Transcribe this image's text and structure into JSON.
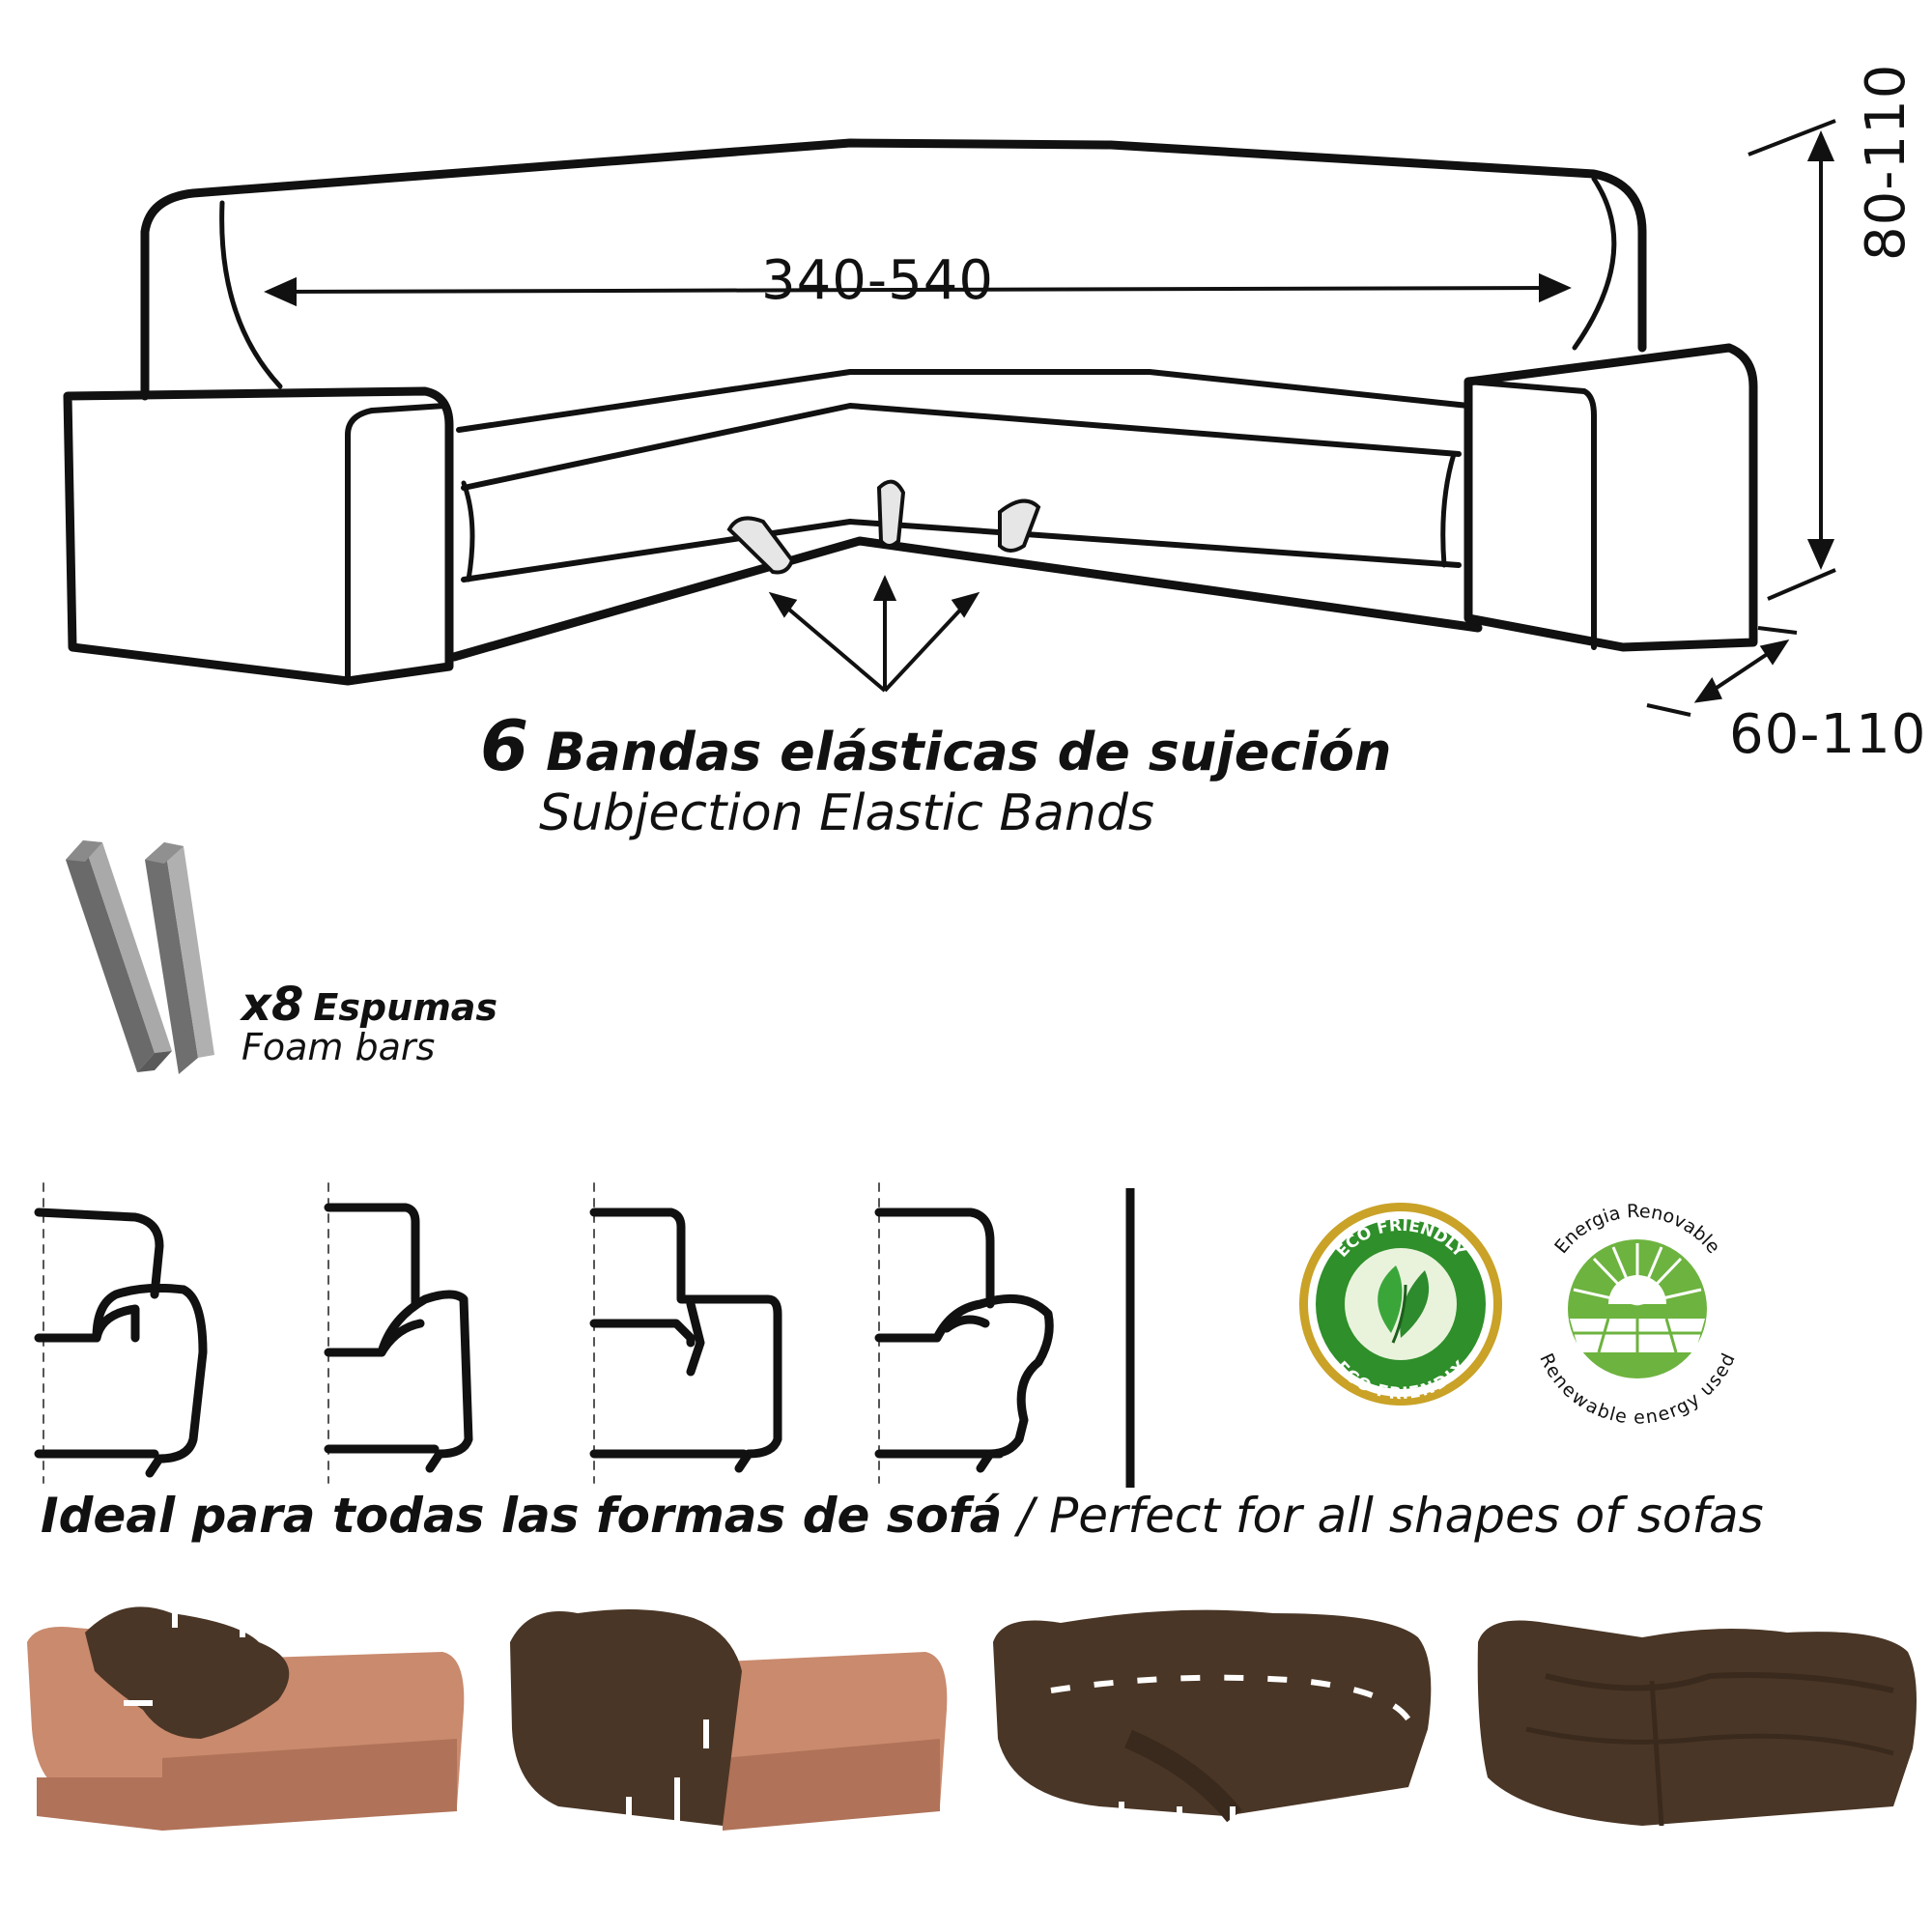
{
  "diagram": {
    "width_label": "340-540",
    "height_label": "80-110",
    "depth_label": "60-110",
    "bands_count": "6",
    "bands_es": "Bandas elásticas de sujeción",
    "bands_en": "Subjection Elastic Bands",
    "foam_count": "x8",
    "foam_es": "Espumas",
    "foam_en": "Foam bars"
  },
  "shapes_caption": {
    "es": "Ideal para todas las formas de sofá",
    "separator": " / ",
    "en": "Perfect for all shapes of sofas"
  },
  "badges": {
    "eco": {
      "text_top": "ECO FRIENDLY",
      "text_bottom": "ECO FRIENDLY",
      "color": "#3a9a2c",
      "ring": "#c9a227"
    },
    "renewable": {
      "text_top": "Energia Renovable",
      "text_bottom": "Renewable energy used",
      "color": "#6db33f"
    }
  },
  "colors": {
    "leather": "#c98a6e",
    "cover": "#4a3626",
    "outline": "#111111"
  }
}
